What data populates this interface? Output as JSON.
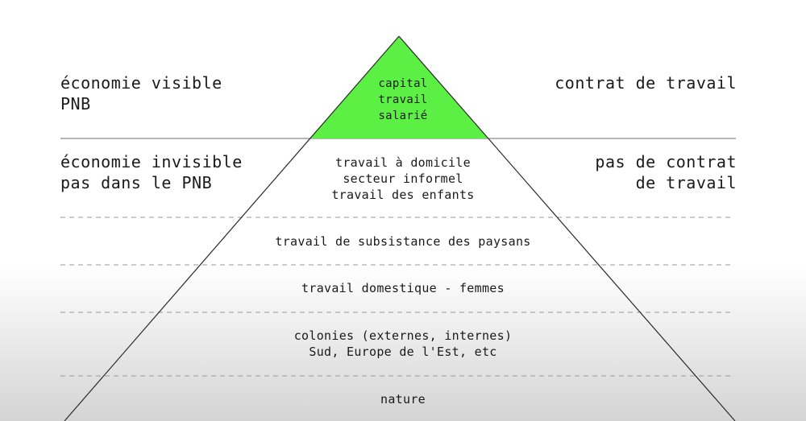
{
  "top_left": {
    "line1": "économie visible",
    "line2": "PNB"
  },
  "top_right": {
    "line1": "contrat de travail"
  },
  "bottom_left": {
    "line1": "économie invisible",
    "line2": "pas dans le PNB"
  },
  "bottom_right": {
    "line1": "pas de contrat",
    "line2": "de travail"
  },
  "apex": {
    "line1": "capital",
    "line2": "travail",
    "line3": "salarié"
  },
  "tiers": {
    "t1": {
      "line1": "travail à domicile",
      "line2": "secteur informel",
      "line3": "travail des enfants"
    },
    "t2": {
      "line1": "travail de subsistance des paysans"
    },
    "t3": {
      "line1": "travail domestique - femmes"
    },
    "t4": {
      "line1": "colonies (externes, internes)",
      "line2": "Sud, Europe de l'Est, etc"
    },
    "t5": {
      "line1": "nature"
    }
  },
  "colors": {
    "apex_fill": "#5cf044",
    "lines": "#2a2a2a",
    "dashes": "#9a9a9a"
  }
}
